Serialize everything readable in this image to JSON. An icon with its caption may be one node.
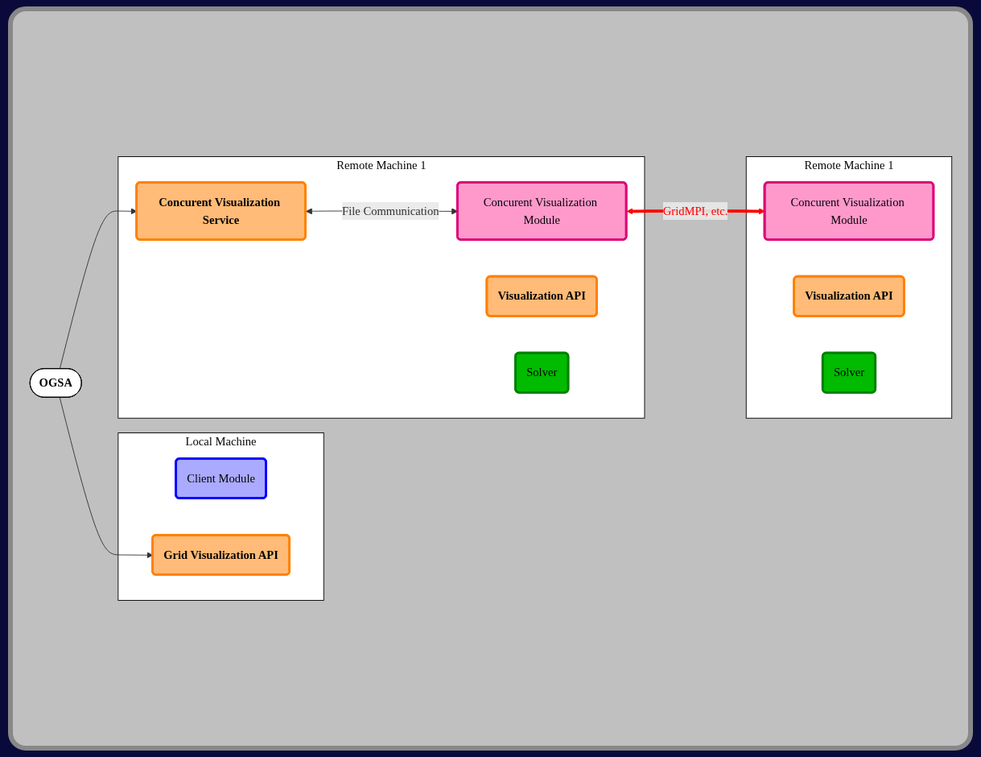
{
  "diagram": {
    "nodes": [
      {
        "text": [
          "Local Machine"
        ]
      },
      {
        "text": [
          "Client Module"
        ],
        "in": 0
      },
      {
        "text": [
          "Grid Visualization API"
        ],
        "in": 0
      },
      {
        "text": [
          "OGSA"
        ]
      },
      {
        "text": [
          "Remote Machine 1"
        ]
      },
      {
        "text": [
          "Concurent Visualization Service"
        ],
        "in": 4
      },
      {
        "text": [
          "Concurent Visualization Module"
        ],
        "in": 4
      },
      {
        "text": [
          "Visualization API"
        ],
        "in": 4
      },
      {
        "text": [
          "Solver"
        ],
        "in": 4
      },
      {
        "text": [
          "Remote Machine 1"
        ]
      },
      {
        "text": [
          "Concurent Visualization Module"
        ],
        "in": 9
      },
      {
        "text": [
          "Visualization API"
        ],
        "in": 9
      },
      {
        "text": [
          "Solver"
        ],
        "in": 9
      }
    ],
    "edges": [
      {
        "from": 3,
        "to": 2,
        "arrow": "to"
      },
      {
        "from": 3,
        "to": 5,
        "arrow": "to"
      },
      {
        "from": 5,
        "to": 6,
        "arrow": "both",
        "label": "File Communication"
      },
      {
        "from": 6,
        "to": 10,
        "arrow": "both",
        "label": "GridMPI, etc.",
        "style": "thick",
        "color": "#ff0000"
      }
    ]
  }
}
